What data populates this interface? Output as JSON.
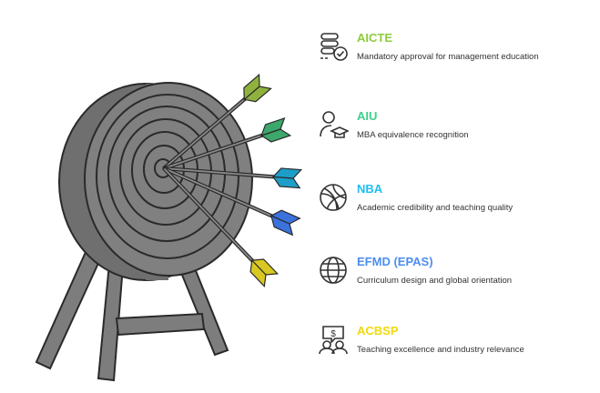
{
  "items": [
    {
      "title": "AICTE",
      "description": "Mandatory approval for management education",
      "color": "#8dcc3a",
      "icon": "server-check-icon"
    },
    {
      "title": "AIU",
      "description": "MBA equivalence recognition",
      "color": "#3fd08a",
      "icon": "user-graduate-icon"
    },
    {
      "title": "NBA",
      "description": "Academic credibility and teaching quality",
      "color": "#1fbef2",
      "icon": "basketball-icon"
    },
    {
      "title": "EFMD (EPAS)",
      "description": "Curriculum design and global orientation",
      "color": "#4b8ef0",
      "icon": "globe-icon"
    },
    {
      "title": "ACBSP",
      "description": "Teaching excellence and industry relevance",
      "color": "#f2d90c",
      "icon": "people-money-icon"
    }
  ],
  "arrow_colors": [
    "#8fb23e",
    "#3da86c",
    "#1d9ec9",
    "#3b72dc",
    "#d9c821"
  ]
}
